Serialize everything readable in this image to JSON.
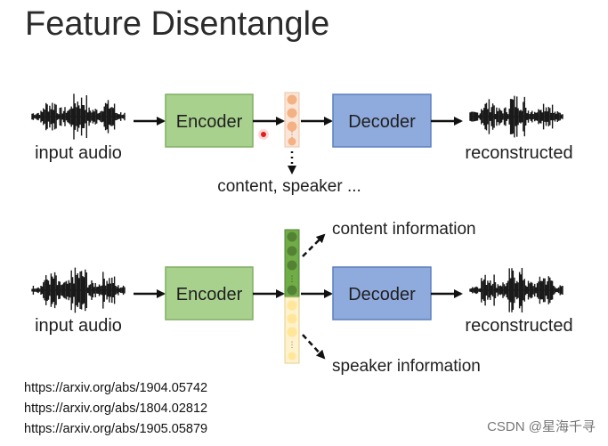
{
  "title": "Feature Disentangle",
  "top_diagram": {
    "input_label": "input audio",
    "encoder_label": "Encoder",
    "decoder_label": "Decoder",
    "output_label": "reconstructed",
    "bottleneck_caption": "content, speaker ..."
  },
  "bottom_diagram": {
    "input_label": "input audio",
    "encoder_label": "Encoder",
    "decoder_label": "Decoder",
    "output_label": "reconstructed",
    "content_caption": "content information",
    "speaker_caption": "speaker information"
  },
  "references": [
    "https://arxiv.org/abs/1904.05742",
    "https://arxiv.org/abs/1804.02812",
    "https://arxiv.org/abs/1905.05879"
  ],
  "watermark": "CSDN @星海千寻",
  "colors": {
    "encoder_fill": "#a9d18e",
    "encoder_stroke": "#7fae61",
    "decoder_fill": "#8faadc",
    "decoder_stroke": "#5b7fbf",
    "speaker_vector_fill": "#fbe5d6",
    "speaker_dot": "#f4b183",
    "content_vector_fill": "#70ad47",
    "content_dot": "#548235",
    "pointer_red": "#e0201c"
  }
}
